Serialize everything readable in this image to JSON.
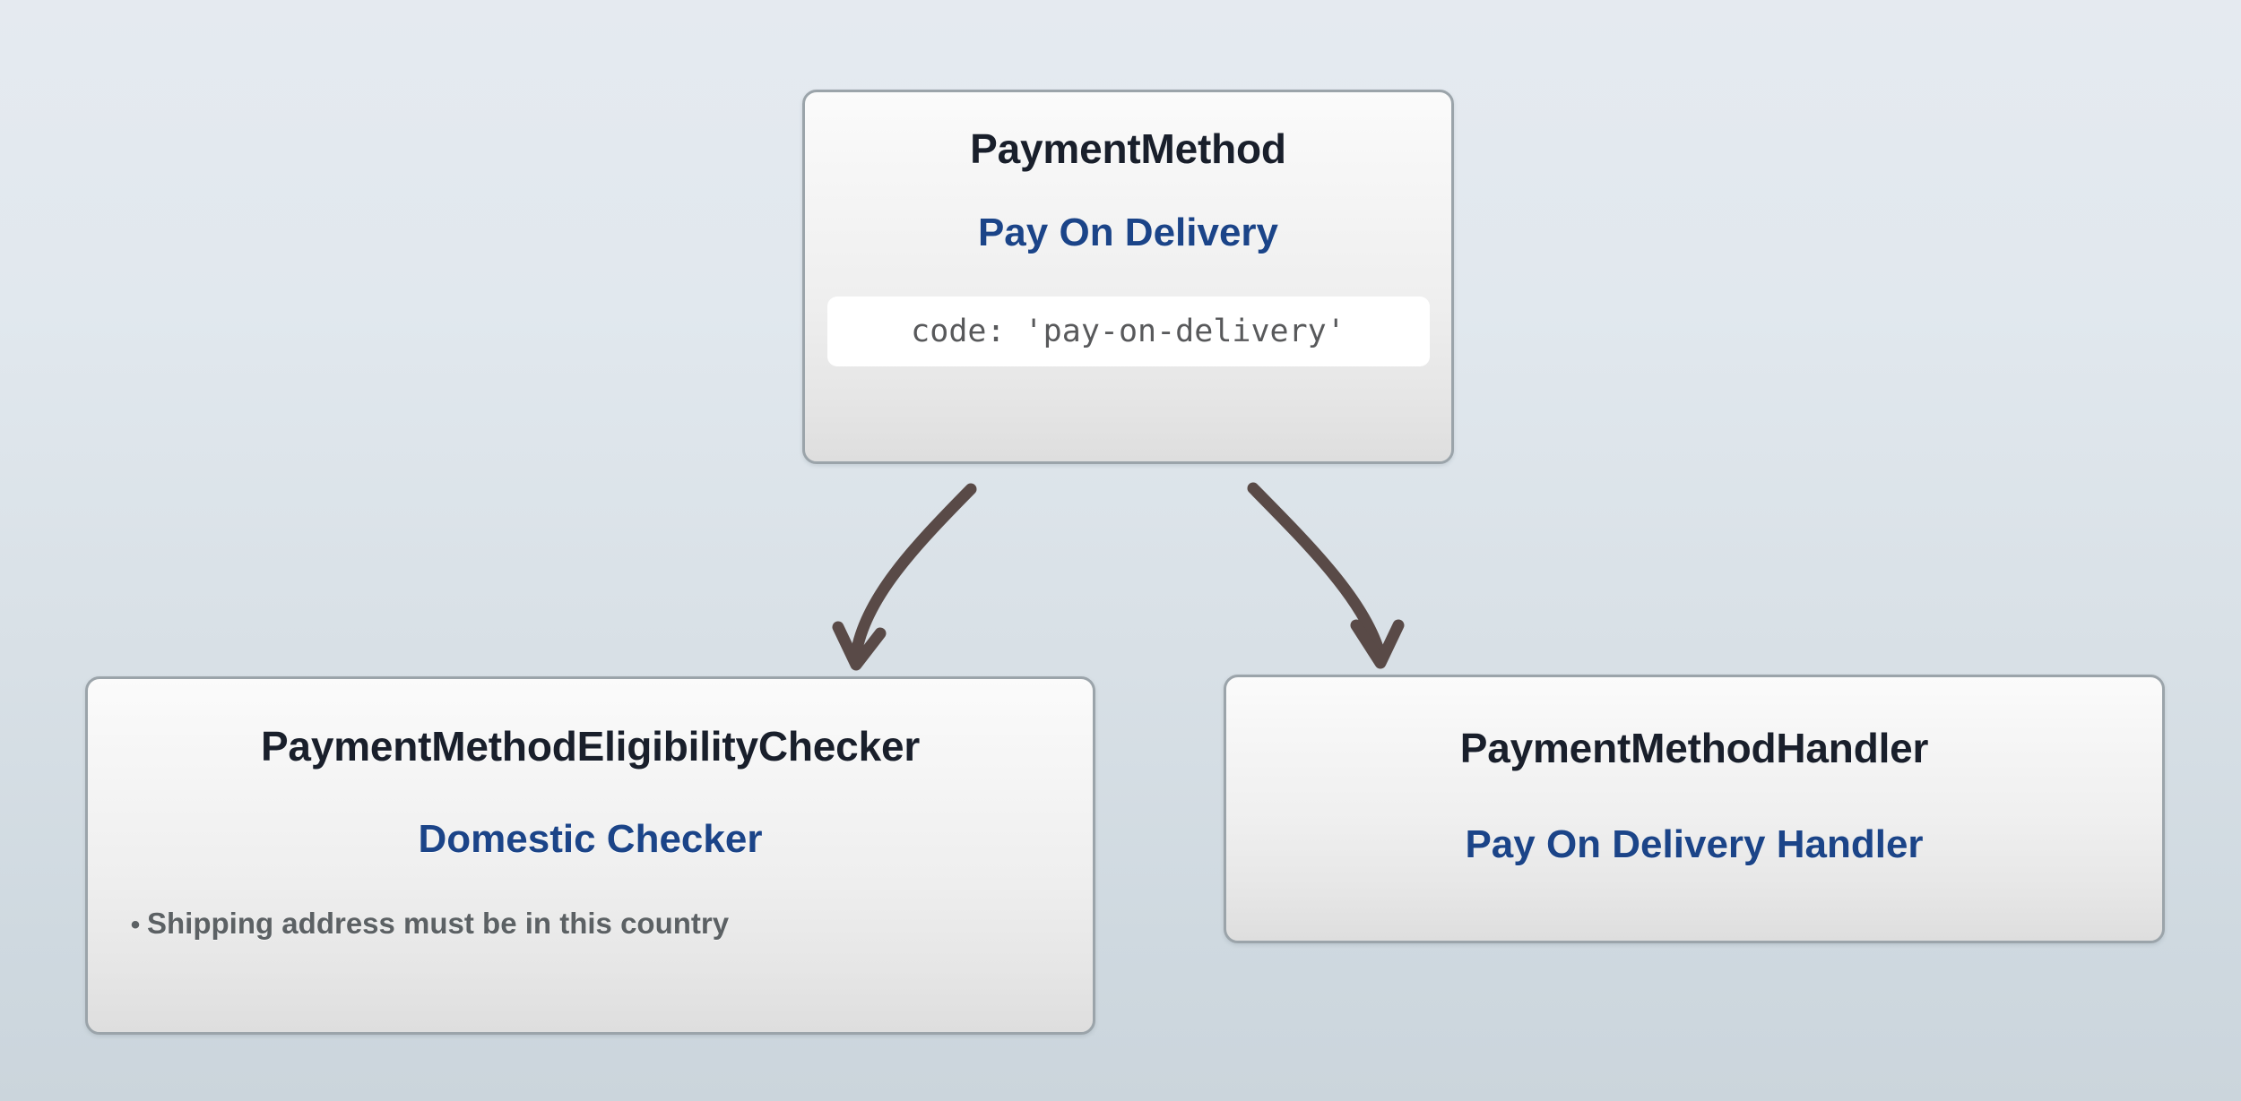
{
  "diagram": {
    "background_top_color": "#e5eaf0",
    "background_bottom_color": "#cbd5dc",
    "edge_color": "#594a47",
    "accent_blue": "#1b4488",
    "title_color": "#191f2b",
    "muted_color": "#5c6164",
    "nodes": [
      {
        "id": "payment-method",
        "title": "PaymentMethod",
        "subtitle": "Pay On Delivery",
        "code": "code: 'pay-on-delivery'"
      },
      {
        "id": "eligibility-checker",
        "title": "PaymentMethodEligibilityChecker",
        "subtitle": "Domestic Checker",
        "bullets": [
          {
            "dot": "•",
            "text": "Shipping address must be in this country"
          }
        ]
      },
      {
        "id": "payment-handler",
        "title": "PaymentMethodHandler",
        "subtitle": "Pay On Delivery Handler"
      }
    ],
    "edges": [
      {
        "id": "edge-to-eligibility-checker",
        "from": "payment-method",
        "to": "eligibility-checker"
      },
      {
        "id": "edge-to-payment-handler",
        "from": "payment-method",
        "to": "payment-handler"
      }
    ]
  }
}
